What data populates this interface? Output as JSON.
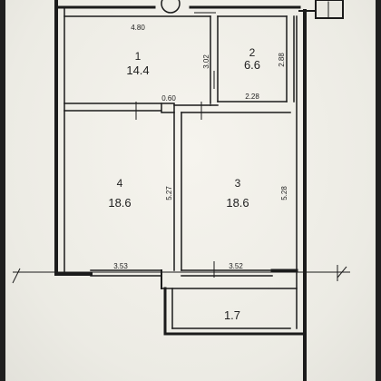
{
  "floor_plan": {
    "rooms": [
      {
        "number": "1",
        "area": "14.4"
      },
      {
        "number": "2",
        "area": "6.6"
      },
      {
        "number": "3",
        "area": "18.6"
      },
      {
        "number": "4",
        "area": "18.6"
      },
      {
        "number": "",
        "area": "1.7"
      }
    ],
    "dimensions": {
      "room1_width": "4.80",
      "room1_height": "3.02",
      "room2_height": "2.88",
      "corridor_gap": "0.60",
      "room2_width": "2.28",
      "room4_height": "5.27",
      "room3_height": "5.28",
      "room4_width": "3.53",
      "room3_width": "3.52"
    }
  }
}
